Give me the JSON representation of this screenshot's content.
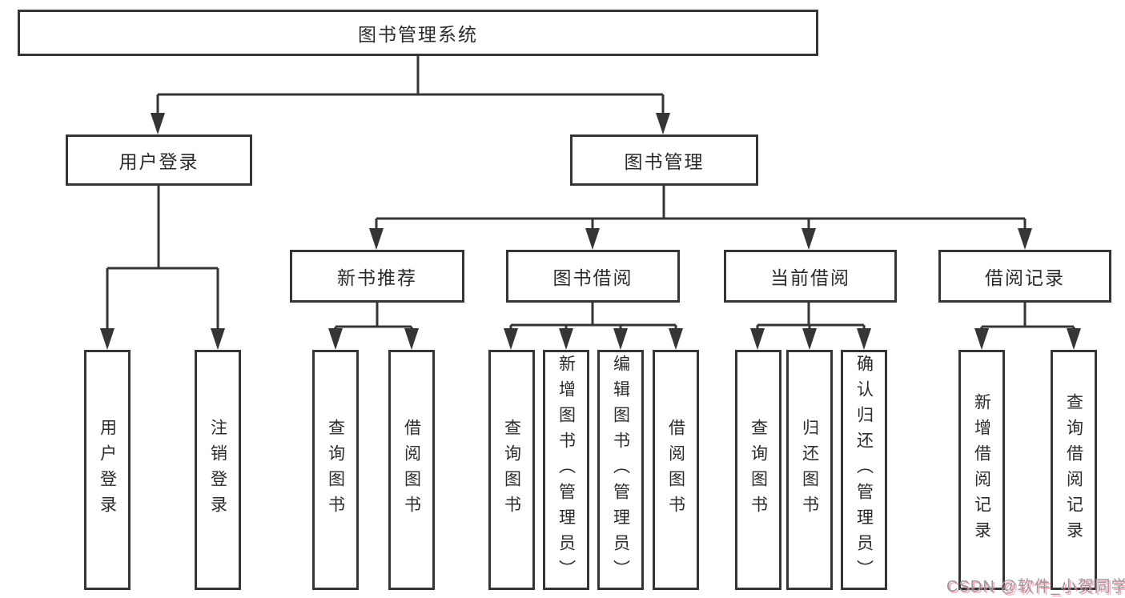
{
  "diagram": {
    "root": {
      "label": "图书管理系统"
    },
    "level2": [
      {
        "label": "用户登录"
      },
      {
        "label": "图书管理"
      }
    ],
    "level3": [
      {
        "label": "新书推荐"
      },
      {
        "label": "图书借阅"
      },
      {
        "label": "当前借阅"
      },
      {
        "label": "借阅记录"
      }
    ],
    "leaves": {
      "user_login": [
        "用户登录",
        "注销登录"
      ],
      "new_book": [
        "查询图书",
        "借阅图书"
      ],
      "book_borrow": [
        "查询图书",
        "新增图书（管理员）",
        "编辑图书（管理员）",
        "借阅图书"
      ],
      "current_borrow": [
        "查询图书",
        "归还图书",
        "确认归还（管理员）"
      ],
      "borrow_records": [
        "新增借阅记录",
        "查询借阅记录"
      ]
    }
  },
  "watermark": {
    "text": "CSDN @软件_小贺同学"
  },
  "colors": {
    "line": "#353535",
    "text": "#2b2b2b",
    "background": "#ffffff",
    "watermark_text": "#9a9a9a",
    "watermark_shadow": "#fa7896"
  }
}
